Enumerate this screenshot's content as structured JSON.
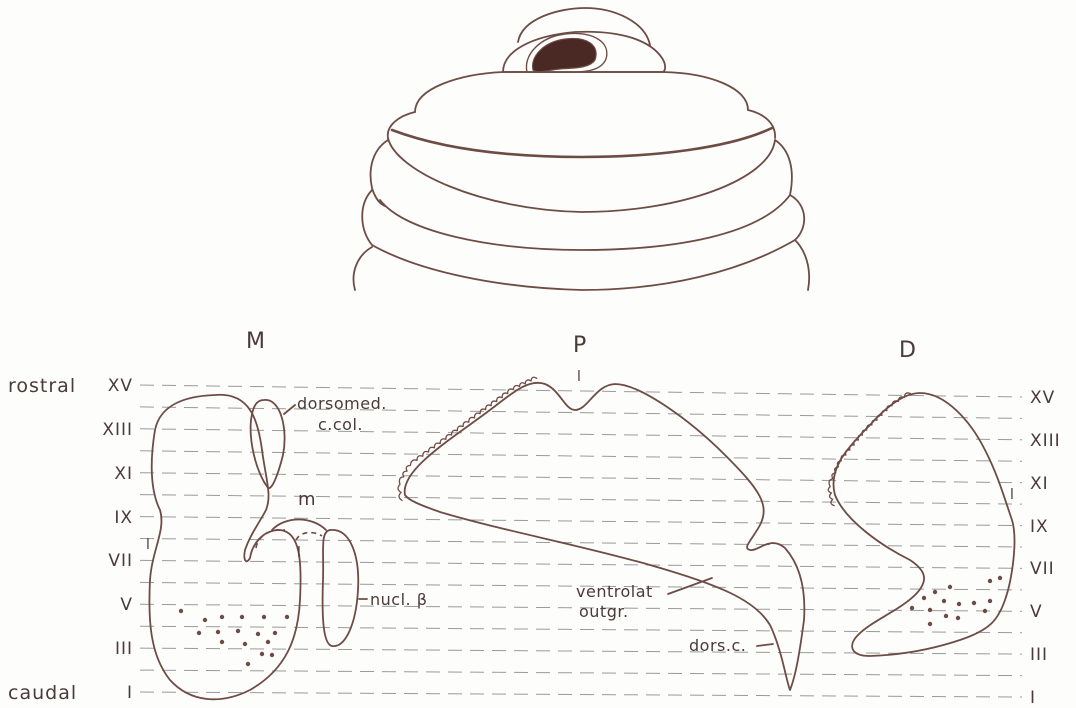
{
  "section_labels": [
    "M",
    "P",
    "D"
  ],
  "left_axis": {
    "rostral": "rostral",
    "caudal": "caudal",
    "numerals": [
      "XV",
      "XIII",
      "XI",
      "IX",
      "VII",
      "V",
      "III",
      "I"
    ]
  },
  "right_axis": {
    "numerals": [
      "XV",
      "XIII",
      "XI",
      "IX",
      "VII",
      "V",
      "III",
      "I"
    ]
  },
  "annotations": {
    "dorsomed": "dorsomed.",
    "c_col": "c.col.",
    "m": "m",
    "l": "l",
    "nucl_beta": "nucl. β",
    "ventrolat": "ventrolat",
    "outgr": "outgr.",
    "dors_c": "dors.c."
  },
  "colors": {
    "outline": "#6e4c46",
    "dashed_line": "#9a9a9a",
    "blob": "#4a2823",
    "text": "#4a3a38",
    "background": "#fdfdfb"
  }
}
